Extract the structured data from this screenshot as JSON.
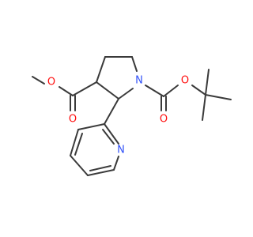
{
  "molecule": {
    "atoms": {
      "o_ether_methyl": "O",
      "o_carbonyl_left": "O",
      "n_ring": "N",
      "o_ether_tbu": "O",
      "o_carbonyl_right": "O",
      "n_pyridine": "N"
    },
    "colors": {
      "oxygen": "#ff0d0d",
      "nitrogen": "#3050f8",
      "bond": "#3a3a3a"
    }
  }
}
